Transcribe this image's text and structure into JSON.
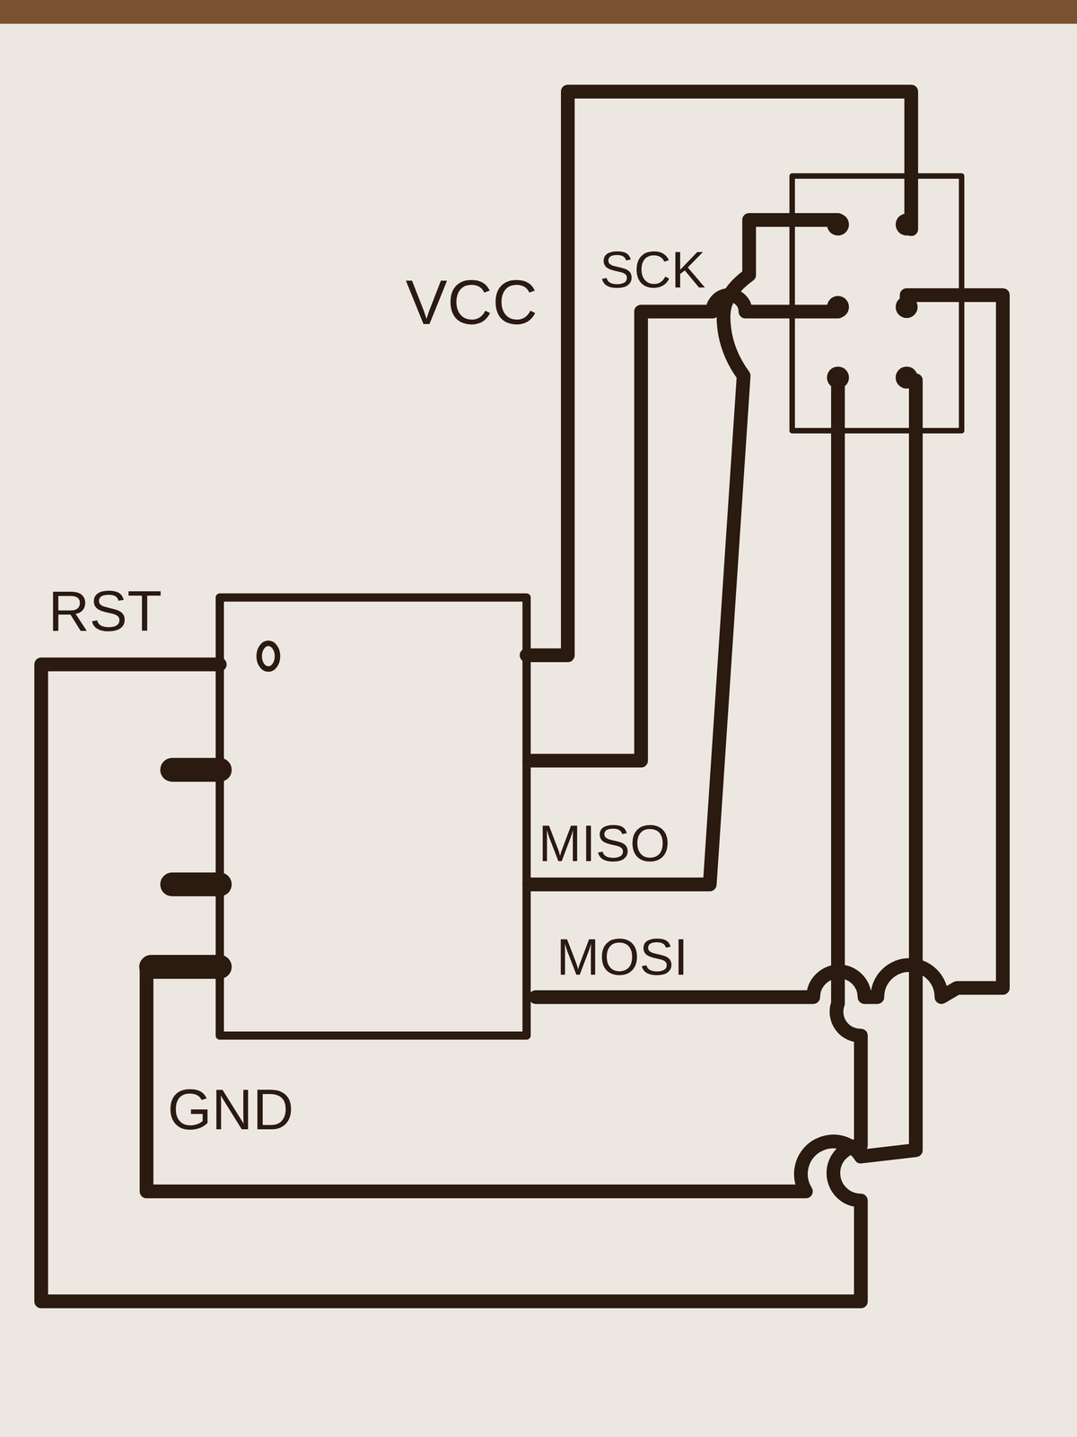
{
  "diagram": {
    "labels": [
      "VCC",
      "SCK",
      "RST",
      "MISO",
      "MOSI",
      "GND"
    ]
  }
}
